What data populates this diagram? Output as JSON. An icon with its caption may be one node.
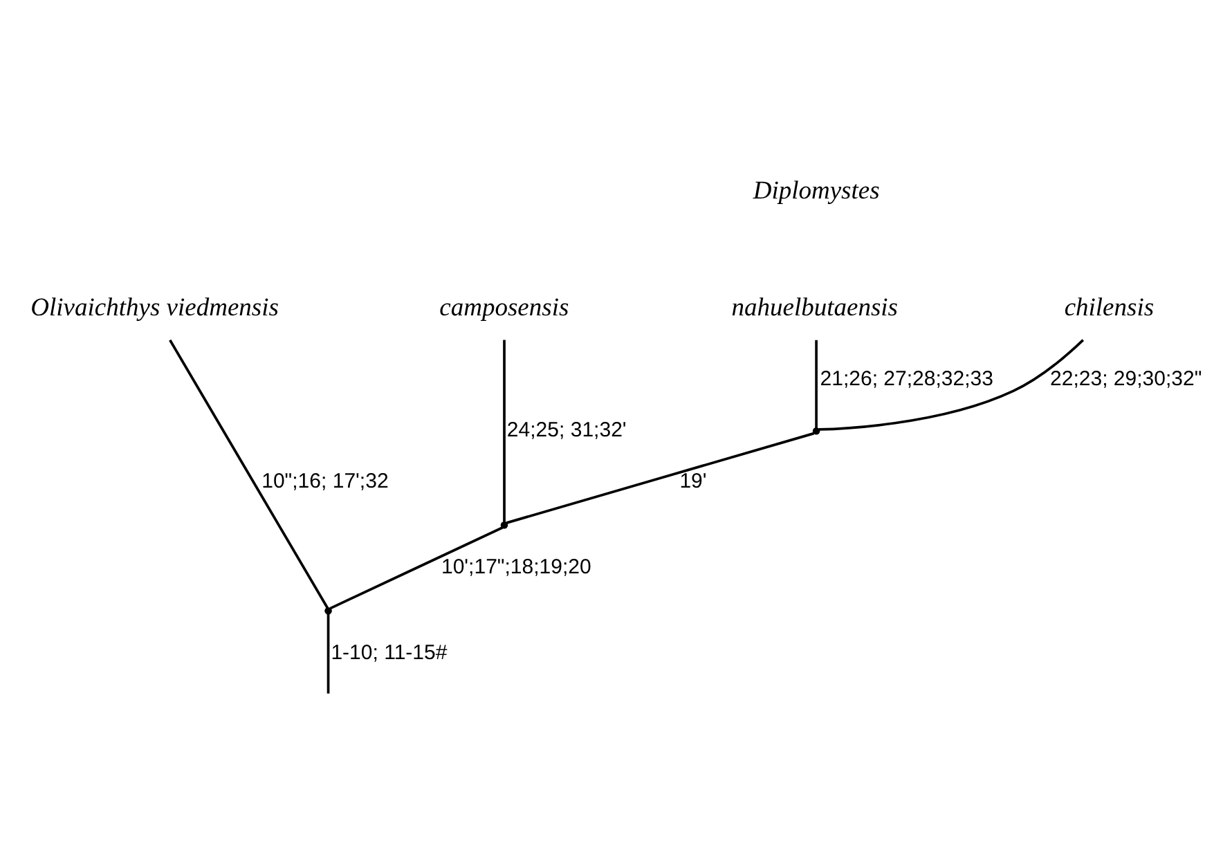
{
  "diagram": {
    "nodes": [
      {
        "text": [
          "Olivaichthys viedmensis"
        ]
      },
      {
        "text": [
          "camposensis"
        ]
      },
      {
        "text": [
          "nahuelbutaensis"
        ]
      },
      {
        "text": [
          "chilensis"
        ]
      },
      {
        "text": [],
        "shape": "point"
      },
      {
        "text": [],
        "shape": "point"
      },
      {
        "text": [],
        "shape": "point"
      }
    ],
    "edges": [
      {
        "from": null,
        "to": 4,
        "arrow": "none",
        "label": "1-10; 11-15#"
      },
      {
        "from": 4,
        "to": 0,
        "arrow": "none",
        "label": "10\";16; 17';32"
      },
      {
        "from": 4,
        "to": 5,
        "arrow": "none",
        "label": "10';17\";18;19;20"
      },
      {
        "from": 5,
        "to": 1,
        "arrow": "none",
        "label": "24;25; 31;32'"
      },
      {
        "from": 5,
        "to": 6,
        "arrow": "none",
        "label": "19'"
      },
      {
        "from": 6,
        "to": 2,
        "arrow": "none",
        "label": "21;26; 27;28;32;33"
      },
      {
        "from": 6,
        "to": 3,
        "arrow": "none",
        "label": "22;23; 29;30;32\""
      }
    ],
    "labels": [
      "Diplomystes"
    ]
  }
}
